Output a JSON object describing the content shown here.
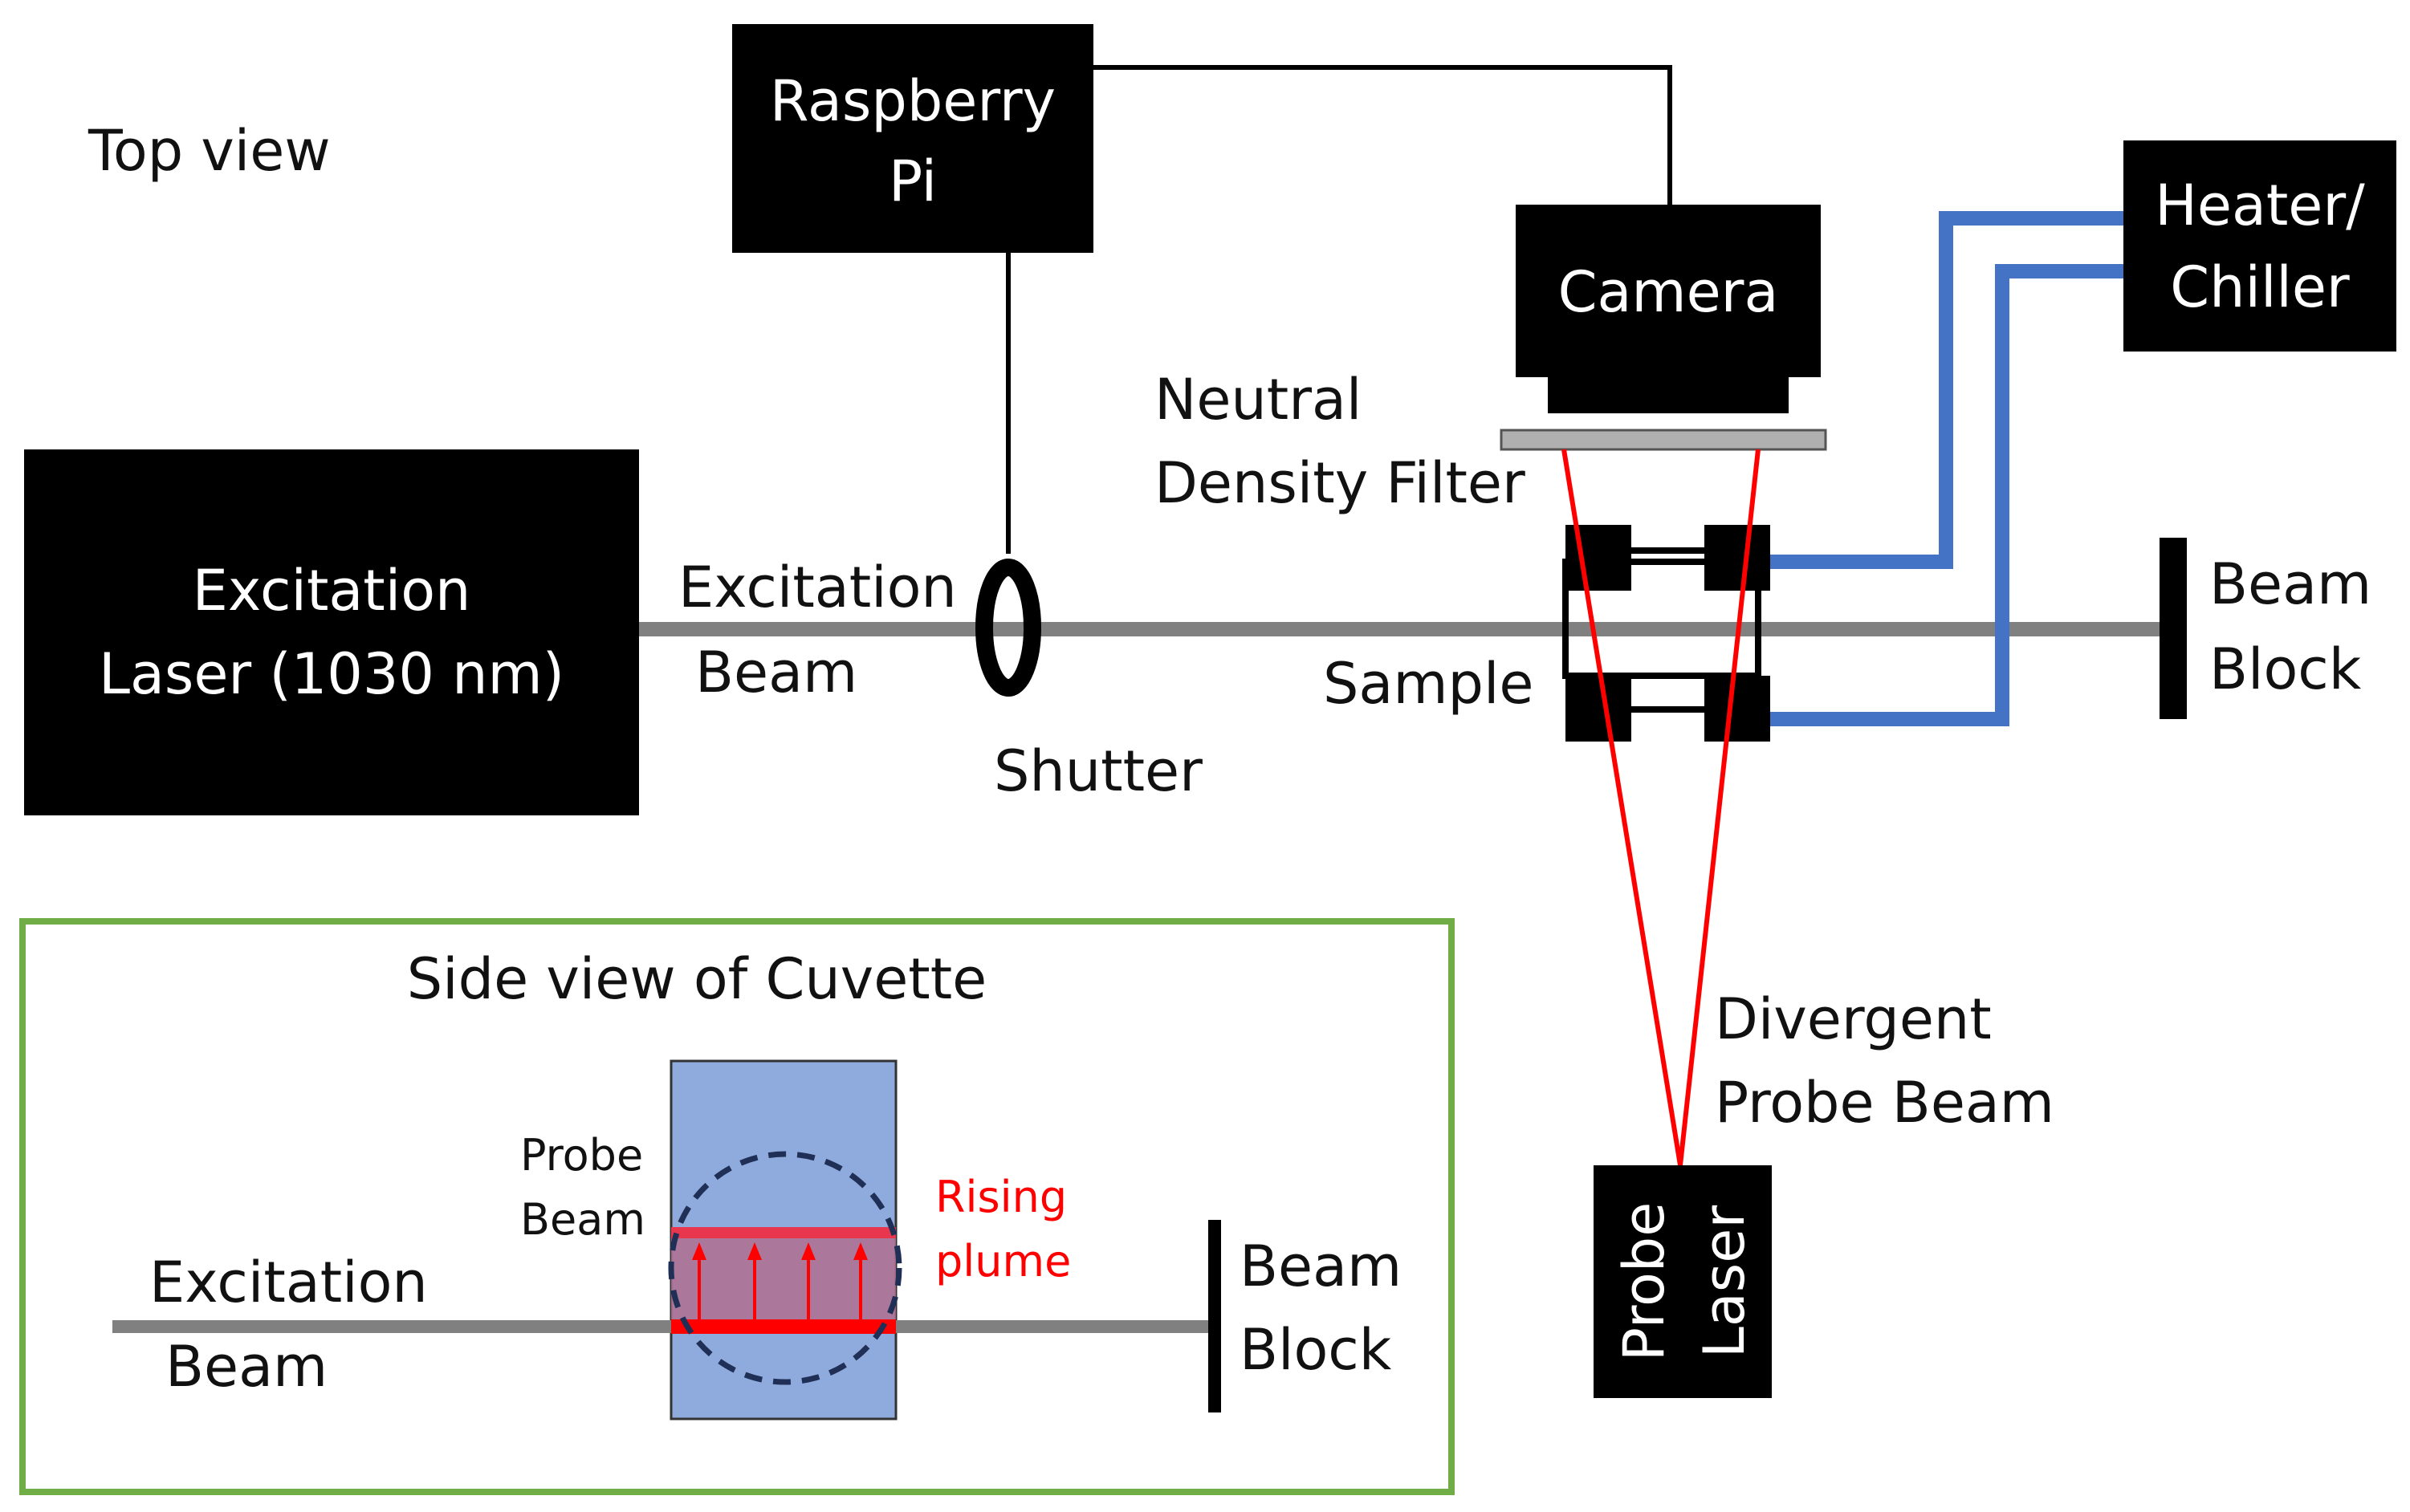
{
  "labels": {
    "top_view": "Top view",
    "raspberry_pi": [
      "Raspberry",
      "Pi"
    ],
    "camera": "Camera",
    "heater_chiller": [
      "Heater/",
      "Chiller"
    ],
    "neutral_density_filter": [
      "Neutral",
      "Density Filter"
    ],
    "excitation_laser": [
      "Excitation",
      "Laser (1030 nm)"
    ],
    "excitation_beam": [
      "Excitation",
      "Beam"
    ],
    "shutter": "Shutter",
    "sample": "Sample",
    "beam_block": [
      "Beam",
      "Block"
    ],
    "divergent_probe_beam": [
      "Divergent",
      "Probe Beam"
    ],
    "probe_laser": [
      "Probe",
      "Laser"
    ]
  },
  "inset": {
    "title": "Side view of Cuvette",
    "excitation_beam": [
      "Excitation",
      "Beam"
    ],
    "probe_beam": [
      "Probe",
      "Beam"
    ],
    "rising_plume": [
      "Rising",
      "plume"
    ],
    "beam_block": [
      "Beam",
      "Block"
    ]
  },
  "colors": {
    "box": "#000000",
    "excitation_beam": "#808080",
    "probe_beam": "#ff0000",
    "coolant_line": "#4472c4",
    "filter": "#b0b0b0",
    "inset_border": "#70ad47",
    "cuvette": "#8faadc",
    "plume": "#b07090"
  }
}
